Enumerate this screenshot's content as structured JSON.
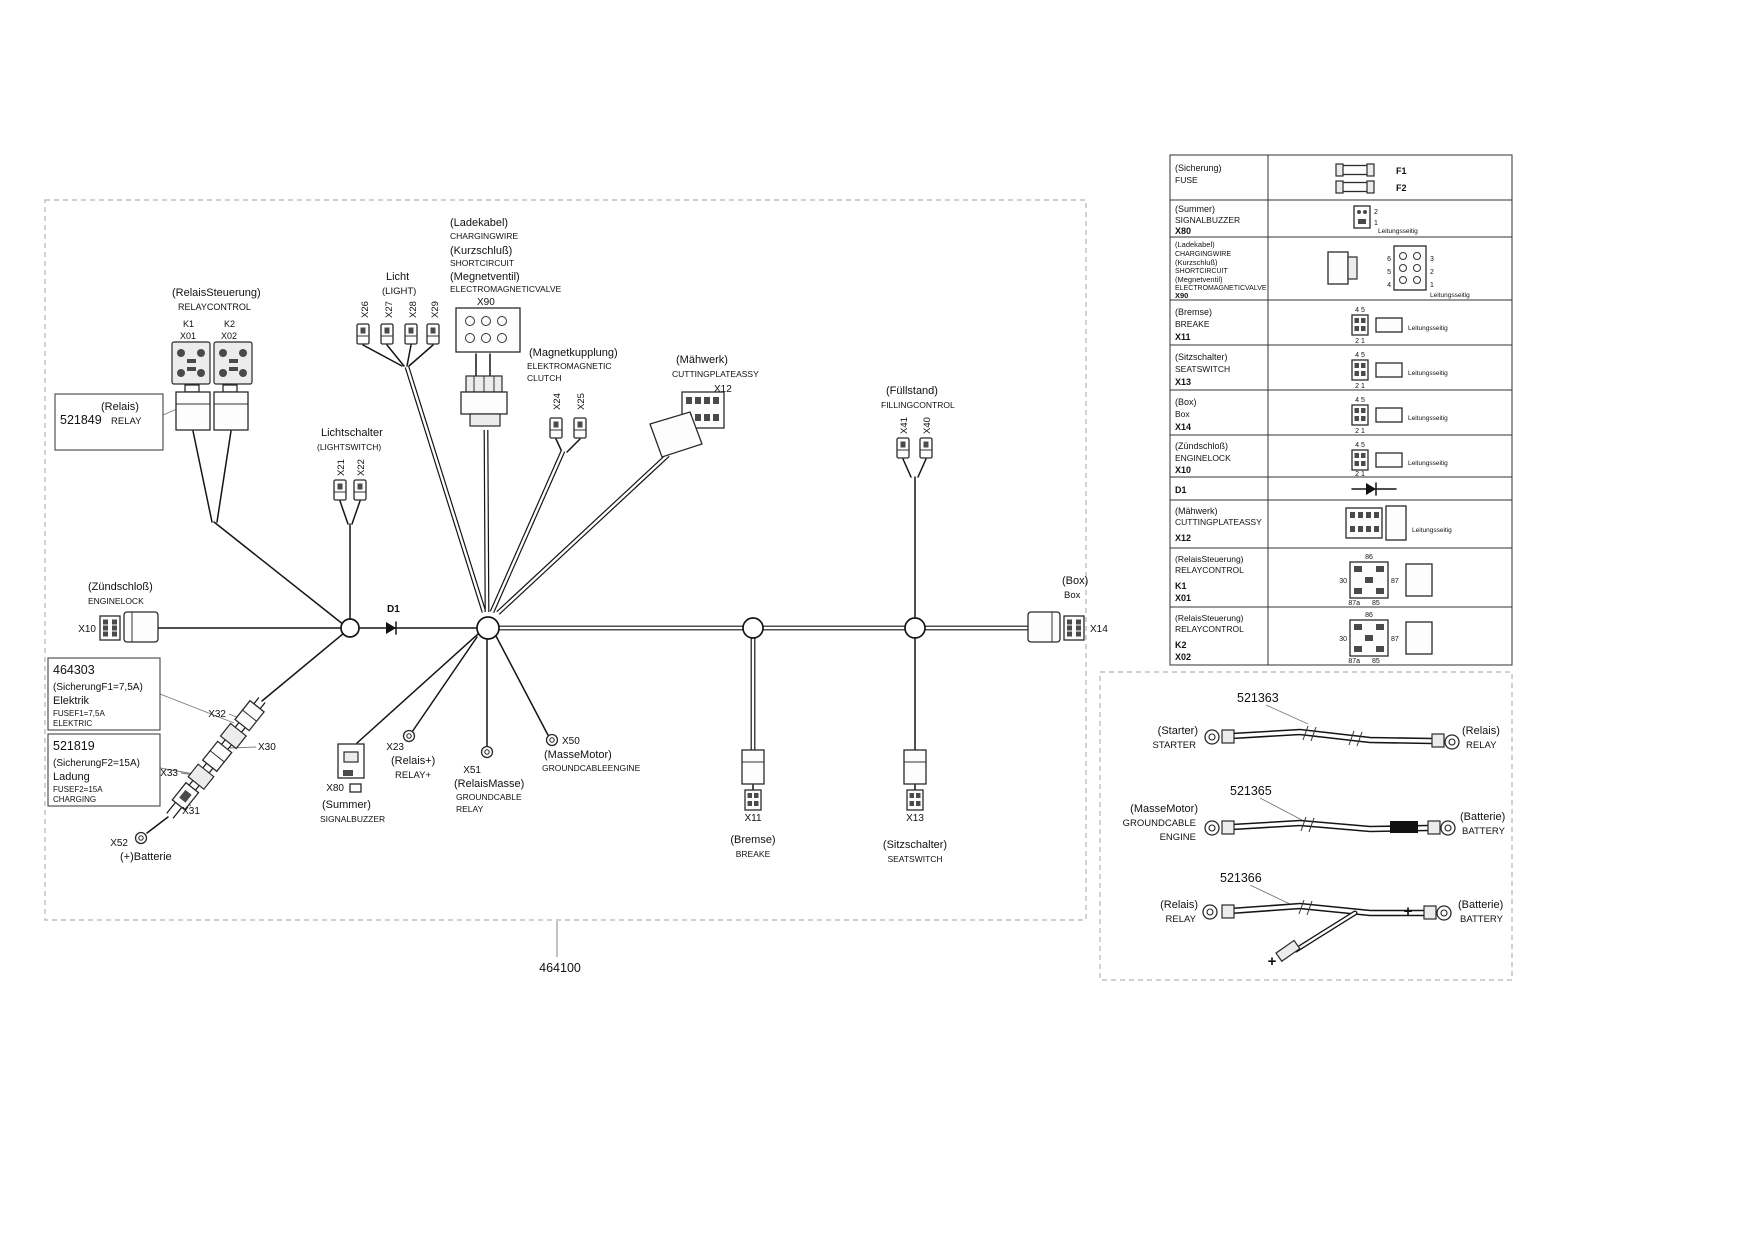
{
  "diagram": {
    "part_number": "464100",
    "relaissteuerung": {
      "de": "(RelaisSteuerung)",
      "en": "RELAYCONTROL",
      "k1": "K1",
      "x01": "X01",
      "k2": "K2",
      "x02": "X02"
    },
    "relais_box": {
      "part": "521849",
      "de": "(Relais)",
      "en": "RELAY"
    },
    "licht": {
      "de": "Licht",
      "en": "(LIGHT)",
      "x26": "X26",
      "x27": "X27",
      "x28": "X28",
      "x29": "X29"
    },
    "ladekabel": {
      "de1": "(Ladekabel)",
      "en1": "CHARGINGWIRE",
      "de2": "(Kurzschluß)",
      "en2": "SHORTCIRCUIT",
      "de3": "(Megnetventil)",
      "en3": "ELECTROMAGNETICVALVE",
      "conn": "X90"
    },
    "magnetkupplung": {
      "de": "(Magnetkupplung)",
      "en1": "ELEKTROMAGNETIC",
      "en2": "CLUTCH",
      "x24": "X24",
      "x25": "X25"
    },
    "maehwerk": {
      "de": "(Mähwerk)",
      "en": "CUTTINGPLATEASSY",
      "conn": "X12"
    },
    "fuellstand": {
      "de": "(Füllstand)",
      "en": "FILLINGCONTROL",
      "x41": "X41",
      "x40": "X40"
    },
    "lichtschalter": {
      "de": "Lichtschalter",
      "en": "(LIGHTSWITCH)",
      "x21": "X21",
      "x22": "X22"
    },
    "zuendschloss": {
      "de": "(Zündschloß)",
      "en": "ENGINELOCK",
      "conn": "X10"
    },
    "diode": "D1",
    "box": {
      "de": "(Box)",
      "en": "Box",
      "conn": "X14"
    },
    "fuse1": {
      "part": "464303",
      "l1": "(SicherungF1=7,5A)",
      "l2": "Elektrik",
      "l3": "FUSEF1=7,5A",
      "l4": "ELEKTRIC"
    },
    "fuse2": {
      "part": "521819",
      "l1": "(SicherungF2=15A)",
      "l2": "Ladung",
      "l3": "FUSEF2=15A",
      "l4": "CHARGING"
    },
    "taps": {
      "x32": "X32",
      "x30": "X30",
      "x33": "X33",
      "x31": "X31"
    },
    "batterie": {
      "conn": "X52",
      "label": "(+)Batterie"
    },
    "summer": {
      "conn": "X80",
      "de": "(Summer)",
      "en": "SIGNALBUZZER"
    },
    "relais_plus": {
      "conn": "X23",
      "de": "(Relais+)",
      "en": "RELAY+"
    },
    "relais_masse": {
      "conn": "X51",
      "de": "(RelaisMasse)",
      "en1": "GROUNDCABLE",
      "en2": "RELAY"
    },
    "masse_motor": {
      "conn": "X50",
      "de": "(MasseMotor)",
      "en": "GROUNDCABLEENGINE"
    },
    "bremse": {
      "conn": "X11",
      "de": "(Bremse)",
      "en": "BREAKE"
    },
    "sitzschalter": {
      "conn": "X13",
      "de": "(Sitzschalter)",
      "en": "SEATSWITCH"
    }
  },
  "legend": {
    "wire_side": "Leitungsseitig",
    "rows": [
      {
        "de": "(Sicherung)",
        "en": "FUSE",
        "f1": "F1",
        "f2": "F2"
      },
      {
        "de": "(Summer)",
        "en": "SIGNALBUZZER",
        "conn": "X80",
        "p2": "2",
        "p1": "1"
      },
      {
        "de1": "(Ladekabel)",
        "en1": "CHARGINGWIRE",
        "de2": "(Kurzschluß)",
        "en2": "SHORTCIRCUIT",
        "de3": "(Megnetventil)",
        "en3": "ELECTROMAGNETICVALVE",
        "conn": "X90",
        "pins_l": [
          "6",
          "5",
          "4"
        ],
        "pins_r": [
          "3",
          "2",
          "1"
        ]
      },
      {
        "de": "(Bremse)",
        "en": "BREAKE",
        "conn": "X11",
        "top": "4 5",
        "bot": "2 1"
      },
      {
        "de": "(Sitzschalter)",
        "en": "SEATSWITCH",
        "conn": "X13",
        "top": "4 5",
        "bot": "2 1"
      },
      {
        "de": "(Box)",
        "en": "Box",
        "conn": "X14",
        "top": "4 5",
        "bot": "2 1"
      },
      {
        "de": "(Zündschloß)",
        "en": "ENGINELOCK",
        "conn": "X10",
        "top": "4 5",
        "bot": "2 1"
      },
      {
        "de": "D1"
      },
      {
        "de": "(Mähwerk)",
        "en": "CUTTINGPLATEASSY",
        "conn": "X12"
      },
      {
        "de": "(RelaisSteuerung)",
        "en": "RELAYCONTROL",
        "k": "K1",
        "conn": "X01",
        "p86": "86",
        "p30": "30",
        "p87": "87",
        "p87a": "87a",
        "p85": "85"
      },
      {
        "de": "(RelaisSteuerung)",
        "en": "RELAYCONTROL",
        "k": "K2",
        "conn": "X02",
        "p86": "86",
        "p30": "30",
        "p87": "87",
        "p87a": "87a",
        "p85": "85"
      }
    ]
  },
  "cables": {
    "c1": {
      "part": "521363",
      "left_de": "(Starter)",
      "left_en": "STARTER",
      "right_de": "(Relais)",
      "right_en": "RELAY"
    },
    "c2": {
      "part": "521365",
      "left_de": "(MasseMotor)",
      "left_en1": "GROUNDCABLE",
      "left_en2": "ENGINE",
      "right_de": "(Batterie)",
      "right_en": "BATTERY"
    },
    "c3": {
      "part": "521366",
      "left_de": "(Relais)",
      "left_en": "RELAY",
      "right_de": "(Batterie)",
      "right_en": "BATTERY",
      "plus": "+"
    }
  }
}
